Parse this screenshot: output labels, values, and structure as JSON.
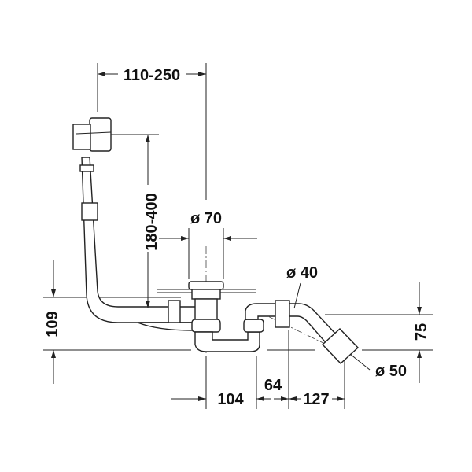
{
  "title": "Bath waste and overflow set dimension drawing",
  "dimensions": {
    "overflow_reach": "110-250",
    "overflow_height": "180-400",
    "drain_diameter": "ø 70",
    "outlet_diameter_40": "ø 40",
    "outlet_diameter_50": "ø 50",
    "trap_height": "109",
    "outlet_height": "75",
    "dist_104": "104",
    "dist_64": "64",
    "dist_127": "127"
  },
  "colors": {
    "line": "#222222",
    "background": "#ffffff"
  }
}
